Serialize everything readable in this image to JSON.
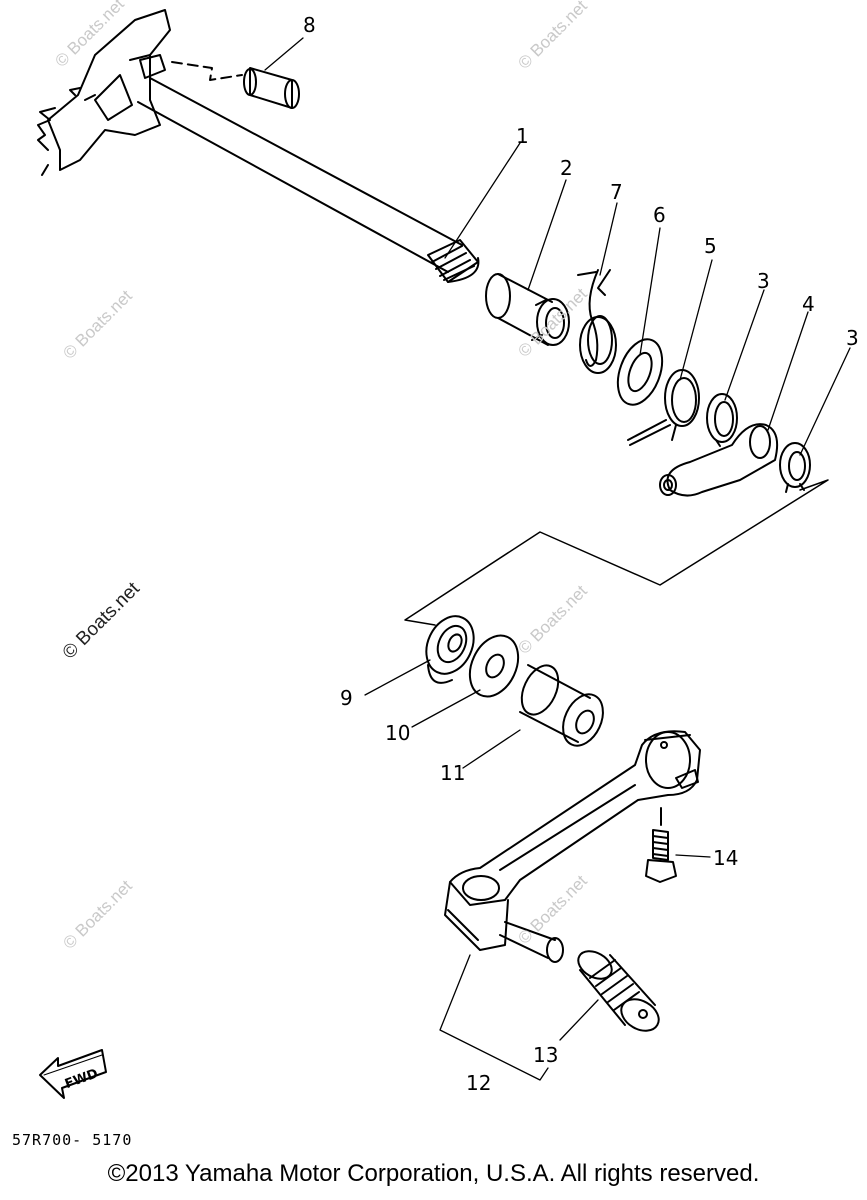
{
  "diagram": {
    "callouts": [
      "1",
      "2",
      "3",
      "4",
      "5",
      "6",
      "7",
      "8",
      "9",
      "10",
      "11",
      "12",
      "13",
      "14",
      "3"
    ],
    "fwd_label": "FWD",
    "watermark": "© Boats.net",
    "code": "57R700- 5170",
    "copyright": "©2013 Yamaha Motor Corporation, U.S.A. All rights reserved."
  }
}
